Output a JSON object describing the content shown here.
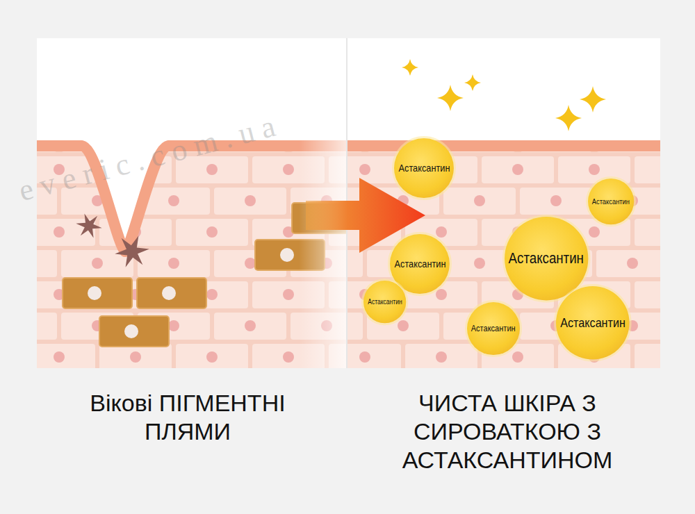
{
  "diagram": {
    "nodes": [
      {
        "text": [
          "Астаксантин"
        ]
      },
      {
        "text": [
          "Астаксантин"
        ]
      },
      {
        "text": [
          "Астаксантин"
        ]
      },
      {
        "text": [
          "Астаксантин"
        ]
      },
      {
        "text": [
          "Астаксантин"
        ]
      },
      {
        "text": [
          "Астаксантин"
        ]
      },
      {
        "text": [
          "Астаксантин"
        ]
      }
    ],
    "labels": [
      "Вікові ПІГМЕНТНІ ПЛЯМИ",
      "ЧИСТА ШКІРА З СИРОВАТКОЮ З АСТАКСАНТИНОМ",
      "e v e r i c . c o m . u a"
    ]
  }
}
